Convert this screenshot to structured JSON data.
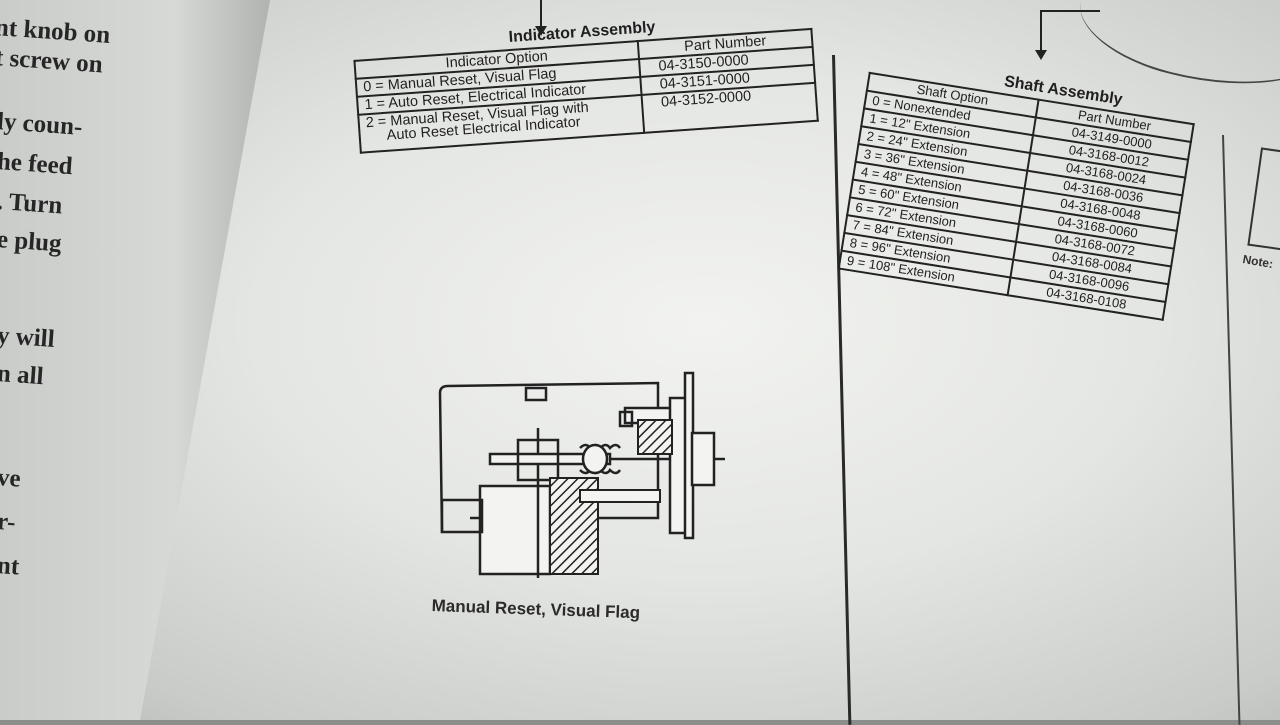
{
  "left_page": {
    "lines": [
      "nt knob on",
      "t screw on",
      "ly coun-",
      "he feed",
      ". Turn",
      "e plug",
      "y will",
      "n all",
      "ve",
      "r-",
      "nt"
    ]
  },
  "indicator_assembly": {
    "title": "Indicator Assembly",
    "headers": [
      "Indicator Option",
      "Part Number"
    ],
    "rows": [
      {
        "option": "0 = Manual Reset, Visual Flag",
        "part": "04-3150-0000"
      },
      {
        "option": "1 = Auto Reset, Electrical Indicator",
        "part": "04-3151-0000"
      },
      {
        "option": "2 = Manual Reset, Visual Flag with",
        "option_line2": "Auto Reset Electrical Indicator",
        "part": "04-3152-0000"
      }
    ]
  },
  "shaft_assembly": {
    "title": "Shaft Assembly",
    "headers": [
      "Shaft Option",
      "Part Number"
    ],
    "rows": [
      {
        "option": "0 = Nonextended",
        "part": "04-3149-0000"
      },
      {
        "option": "1 = 12\" Extension",
        "part": "04-3168-0012"
      },
      {
        "option": "2 = 24\" Extension",
        "part": "04-3168-0024"
      },
      {
        "option": "3 = 36\" Extension",
        "part": "04-3168-0036"
      },
      {
        "option": "4 = 48\" Extension",
        "part": "04-3168-0048"
      },
      {
        "option": "5 = 60\" Extension",
        "part": "04-3168-0060"
      },
      {
        "option": "6 = 72\" Extension",
        "part": "04-3168-0072"
      },
      {
        "option": "7 = 84\" Extension",
        "part": "04-3168-0084"
      },
      {
        "option": "8 = 96\" Extension",
        "part": "04-3168-0096"
      },
      {
        "option": "9 = 108\" Extension",
        "part": "04-3168-0108"
      }
    ]
  },
  "diagram": {
    "caption": "Manual Reset, Visual Flag",
    "icon": "indicator-mechanism-drawing"
  },
  "side_note": "Note:"
}
